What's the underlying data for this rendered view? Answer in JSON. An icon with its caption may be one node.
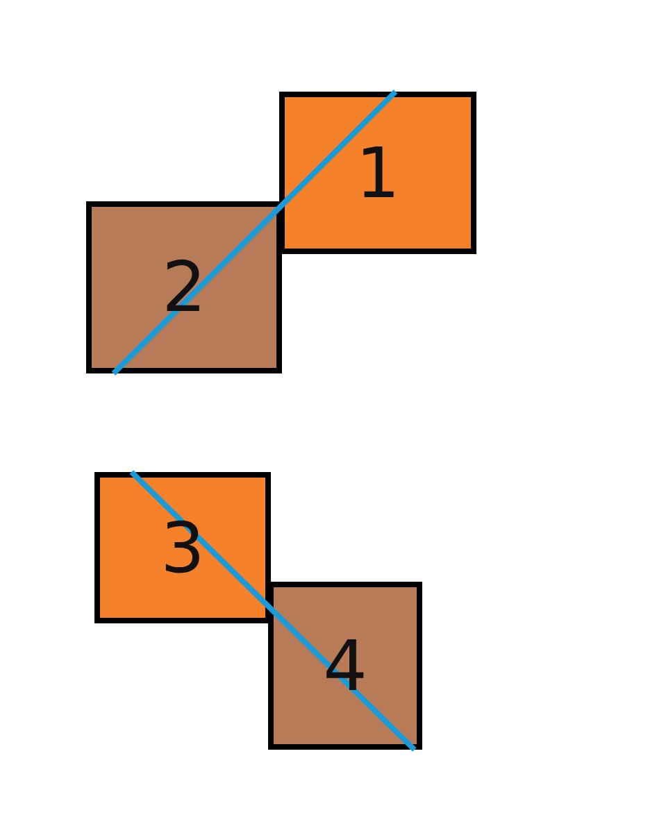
{
  "diagram": {
    "nodes": [
      {
        "text": [
          "1"
        ]
      },
      {
        "text": [
          "2"
        ]
      },
      {
        "text": [
          "3"
        ]
      },
      {
        "text": [
          "4"
        ]
      }
    ],
    "edges": [
      {
        "from": 1,
        "to": 0,
        "arrow": "none"
      },
      {
        "from": 2,
        "to": 3,
        "arrow": "none"
      }
    ]
  }
}
